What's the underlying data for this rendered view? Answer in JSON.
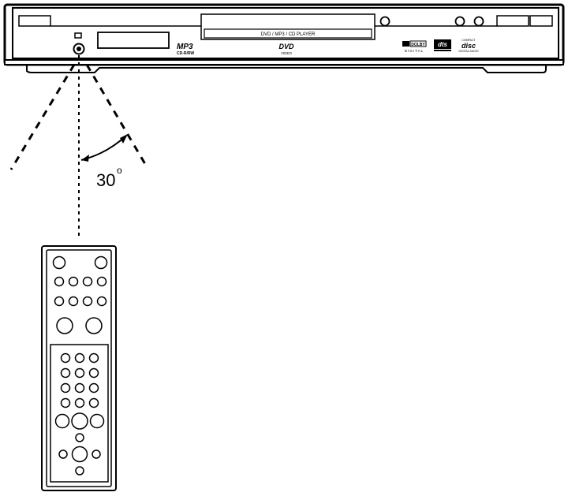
{
  "player": {
    "tray_label": "DVD / MP3 / CD PLAYER",
    "mp3_logo": "MP3",
    "cdrw_label": "CD-R/RW",
    "dvd_logo": "DVD",
    "video_label": "VIDEO",
    "dolby_logo": "DOLBY",
    "digital_label": "DIGITAL",
    "dts_logo": "dts",
    "compact_label": "COMPACT",
    "disc_logo": "disc",
    "digital_audio_label": "DIGITAL AUDIO"
  },
  "diagram": {
    "angle_value": "30",
    "angle_unit": "o"
  }
}
